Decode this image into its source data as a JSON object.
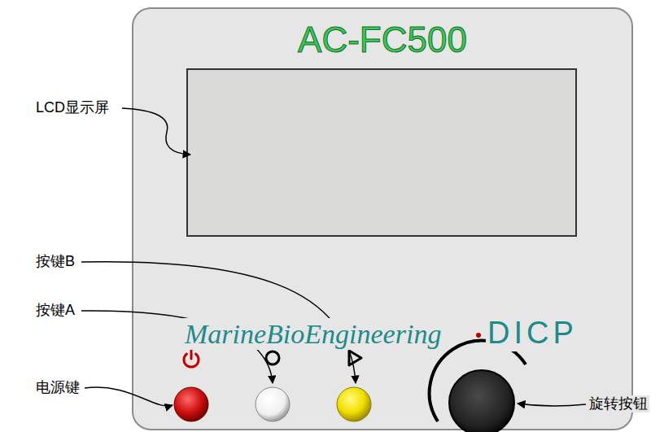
{
  "diagram": {
    "nodes": [
      {
        "text": [
          "AC-FC500",
          "MarineBioEngineering",
          "DICP"
        ]
      }
    ],
    "labels": [
      "LCD显示屏",
      "按键B",
      "按键A",
      "电源键",
      "旋转按钮"
    ]
  }
}
